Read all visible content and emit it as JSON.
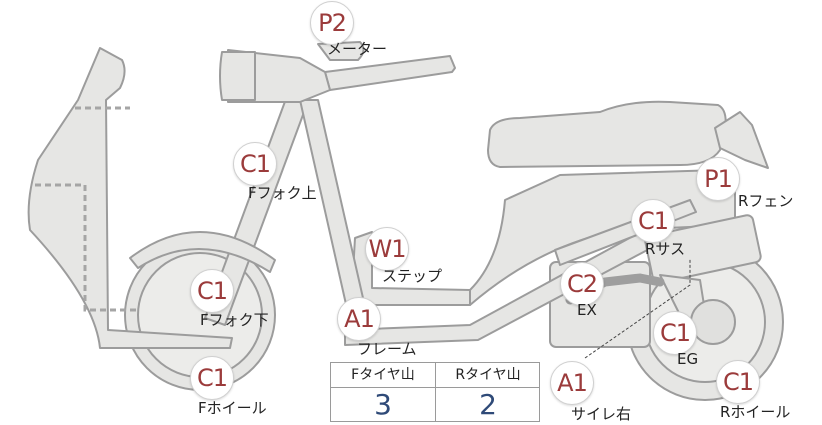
{
  "markers": [
    {
      "key": "meter",
      "code": "P2",
      "label": "メーター"
    },
    {
      "key": "fork-upper",
      "code": "C1",
      "label": "Fフォク上"
    },
    {
      "key": "fork-lower",
      "code": "C1",
      "label": "Fフォク下"
    },
    {
      "key": "front-wheel",
      "code": "C1",
      "label": "Fホイール"
    },
    {
      "key": "step",
      "code": "W1",
      "label": "ステップ"
    },
    {
      "key": "frame",
      "code": "A1",
      "label": "フレーム"
    },
    {
      "key": "rear-fender",
      "code": "P1",
      "label": "Rフェン"
    },
    {
      "key": "rear-suspension",
      "code": "C1",
      "label": "Rサス"
    },
    {
      "key": "exhaust",
      "code": "C2",
      "label": "EX"
    },
    {
      "key": "engine",
      "code": "C1",
      "label": "EG"
    },
    {
      "key": "rear-wheel",
      "code": "C1",
      "label": "Rホイール"
    },
    {
      "key": "muffler-right",
      "code": "A1",
      "label": "サイレ右"
    }
  ],
  "tire_table": {
    "front_header": "Fタイヤ山",
    "rear_header": "Rタイヤ山",
    "front_value": "3",
    "rear_value": "2"
  }
}
